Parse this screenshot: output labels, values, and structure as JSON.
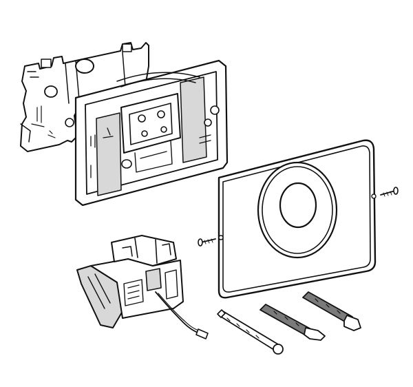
{
  "image": {
    "background_color": "#ffffff",
    "ink_color": "#111111",
    "shade_color": "#d8d8d8"
  },
  "components": [
    {
      "name": "mounting-bracket"
    },
    {
      "name": "mounting-frame"
    },
    {
      "name": "cover-plate"
    },
    {
      "name": "control-unit"
    },
    {
      "name": "fixing-screw"
    },
    {
      "name": "fixing-screw"
    },
    {
      "name": "extension-rod"
    },
    {
      "name": "extension-rod"
    },
    {
      "name": "extension-rod"
    }
  ]
}
